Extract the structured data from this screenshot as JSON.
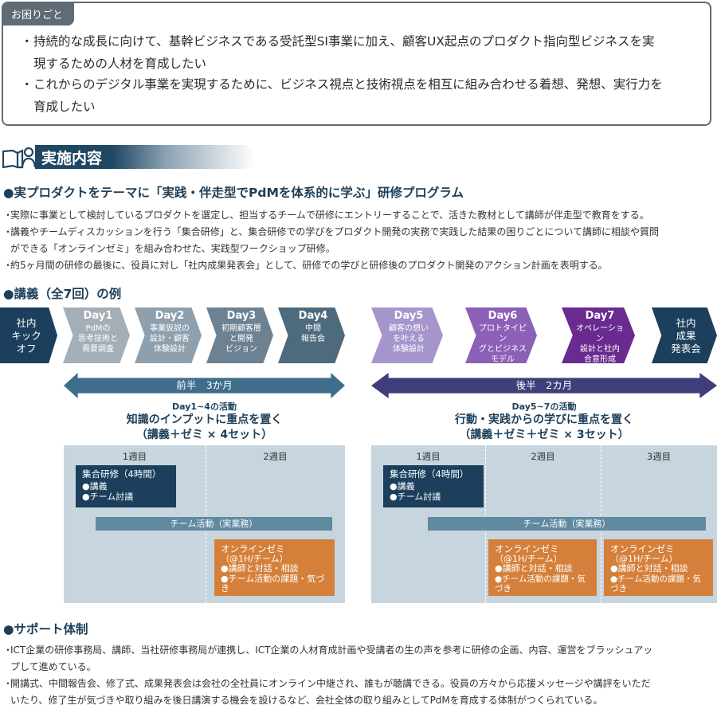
{
  "problems": {
    "tag": "お困りごと",
    "items": [
      [
        "・",
        "持続的な成長に向けて、基幹ビジネスである受託型SI事業に加え、顧客UX起点のプロダクト指向型ビジネスを実",
        "現するための人材を育成したい"
      ],
      [
        "・",
        "これからのデジタル事業を実現するために、ビジネス視点と技術視点を相互に組み合わせる着想、発想、実行力を",
        "育成したい"
      ]
    ]
  },
  "section": {
    "title": "実施内容",
    "icon": "people-book-icon"
  },
  "program": {
    "heading": "●実プロダクトをテーマに「実践・伴走型でPdMを体系的に学ぶ」研修プログラム",
    "bullets": [
      [
        "・",
        "実際に事業として検討しているプロダクトを選定し、担当するチームで研修にエントリーすることで、活きた教材として講師が伴走型で教育をする。",
        ""
      ],
      [
        "・",
        "講義やチームディスカッションを行う「集合研修」と、集合研修での学びをプロダクト開発の実務で実践した結果の困りごとについて講師に相談や質問",
        "ができる「オンラインゼミ」を組み合わせた、実践型ワークショップ研修。"
      ],
      [
        "・",
        "約5ヶ月間の研修の最後に、役員に対し「社内成果発表会」として、研修での学びと研修後のプロダクト開発のアクション計画を表明する。",
        ""
      ]
    ]
  },
  "lectures": {
    "heading": "●講義（全7回）の例",
    "steps": [
      {
        "day": "",
        "lines": [
          "社内",
          "キック",
          "オフ"
        ]
      },
      {
        "day": "Day1",
        "lines": [
          "PdMの",
          "思考技術と",
          "需要調査"
        ]
      },
      {
        "day": "Day2",
        "lines": [
          "事業仮説の",
          "設計・顧客",
          "体験設計"
        ]
      },
      {
        "day": "Day3",
        "lines": [
          "初期顧客層",
          "と開発",
          "ビジョン"
        ]
      },
      {
        "day": "Day4",
        "lines": [
          "中間",
          "報告会",
          ""
        ]
      },
      {
        "day": "Day5",
        "lines": [
          "顧客の想い",
          "を叶える",
          "体験設計"
        ]
      },
      {
        "day": "Day6",
        "lines": [
          "プロトタイピン",
          "グとビジネス",
          "モデル"
        ]
      },
      {
        "day": "Day7",
        "lines": [
          "オペレーション",
          "設計と社内",
          "合意形成"
        ]
      },
      {
        "day": "",
        "lines": [
          "社内",
          "成果",
          "発表会"
        ]
      }
    ],
    "phase1": {
      "label": "前半　3か月",
      "activity": "Day1~4の活動",
      "focus1": "知識のインプットに重点を置く",
      "focus2": "（講義＋ゼミ × 4セット）",
      "weeks": [
        "1週目",
        "2週目"
      ],
      "group": {
        "title": "集合研修（4時間）",
        "items": [
          "●講義",
          "●チーム討議"
        ]
      },
      "team": "チーム活動（実業務）",
      "online": [
        {
          "title": "オンラインゼミ",
          "sub": "（@1H/チーム）",
          "items": [
            "●講師と対話・相談",
            "●チーム活動の課題・気づき"
          ]
        }
      ]
    },
    "phase2": {
      "label": "後半　2カ月",
      "activity": "Day5~7の活動",
      "focus1": "行動・実践からの学びに重点を置く",
      "focus2": "（講義＋ゼミ＋ゼミ × 3セット）",
      "weeks": [
        "1週目",
        "2週目",
        "3週目"
      ],
      "group": {
        "title": "集合研修（4時間）",
        "items": [
          "●講義",
          "●チーム討議"
        ]
      },
      "team": "チーム活動（実業務）",
      "online": [
        {
          "title": "オンラインゼミ",
          "sub": "（@1H/チーム）",
          "items": [
            "●講師と対話・相談",
            "●チーム活動の課題・気づき"
          ]
        },
        {
          "title": "オンラインゼミ",
          "sub": "（@1H/チーム）",
          "items": [
            "●講師と対話・相談",
            "●チーム活動の課題・気づき"
          ]
        }
      ]
    }
  },
  "support": {
    "heading": "●サポート体制",
    "bullets": [
      [
        "・",
        "ICT企業の研修事務局、講師、当社研修事務局が連携し、ICT企業の人材育成計画や受講者の生の声を参考に研修の企画、内容、運営をブラッシュアッ",
        "プして進めている。"
      ],
      [
        "・",
        "開講式、中間報告会、修了式、成果発表会は会社の全社員にオンライン中継され、誰もが聴講できる。役員の方々から応援メッセージや講評をいただ",
        "いたり、修了生が気づきや取り組みを後日講演する機会を設けるなど、会社全体の取り組みとしてPdMを育成する体制がつくられている。"
      ]
    ]
  },
  "colors": {
    "navy": "#1b3f5c",
    "gray_chev": "#a3aeb7",
    "lav_light": "#a695cc",
    "purple_mid": "#8b60b6",
    "purple_dark": "#6a2a8f",
    "phase1": "#3f6d8c",
    "phase2": "#3f3d7a",
    "table_bg": "#c7d5de",
    "orange": "#d5803a",
    "team_bar": "#5f8aa0"
  }
}
